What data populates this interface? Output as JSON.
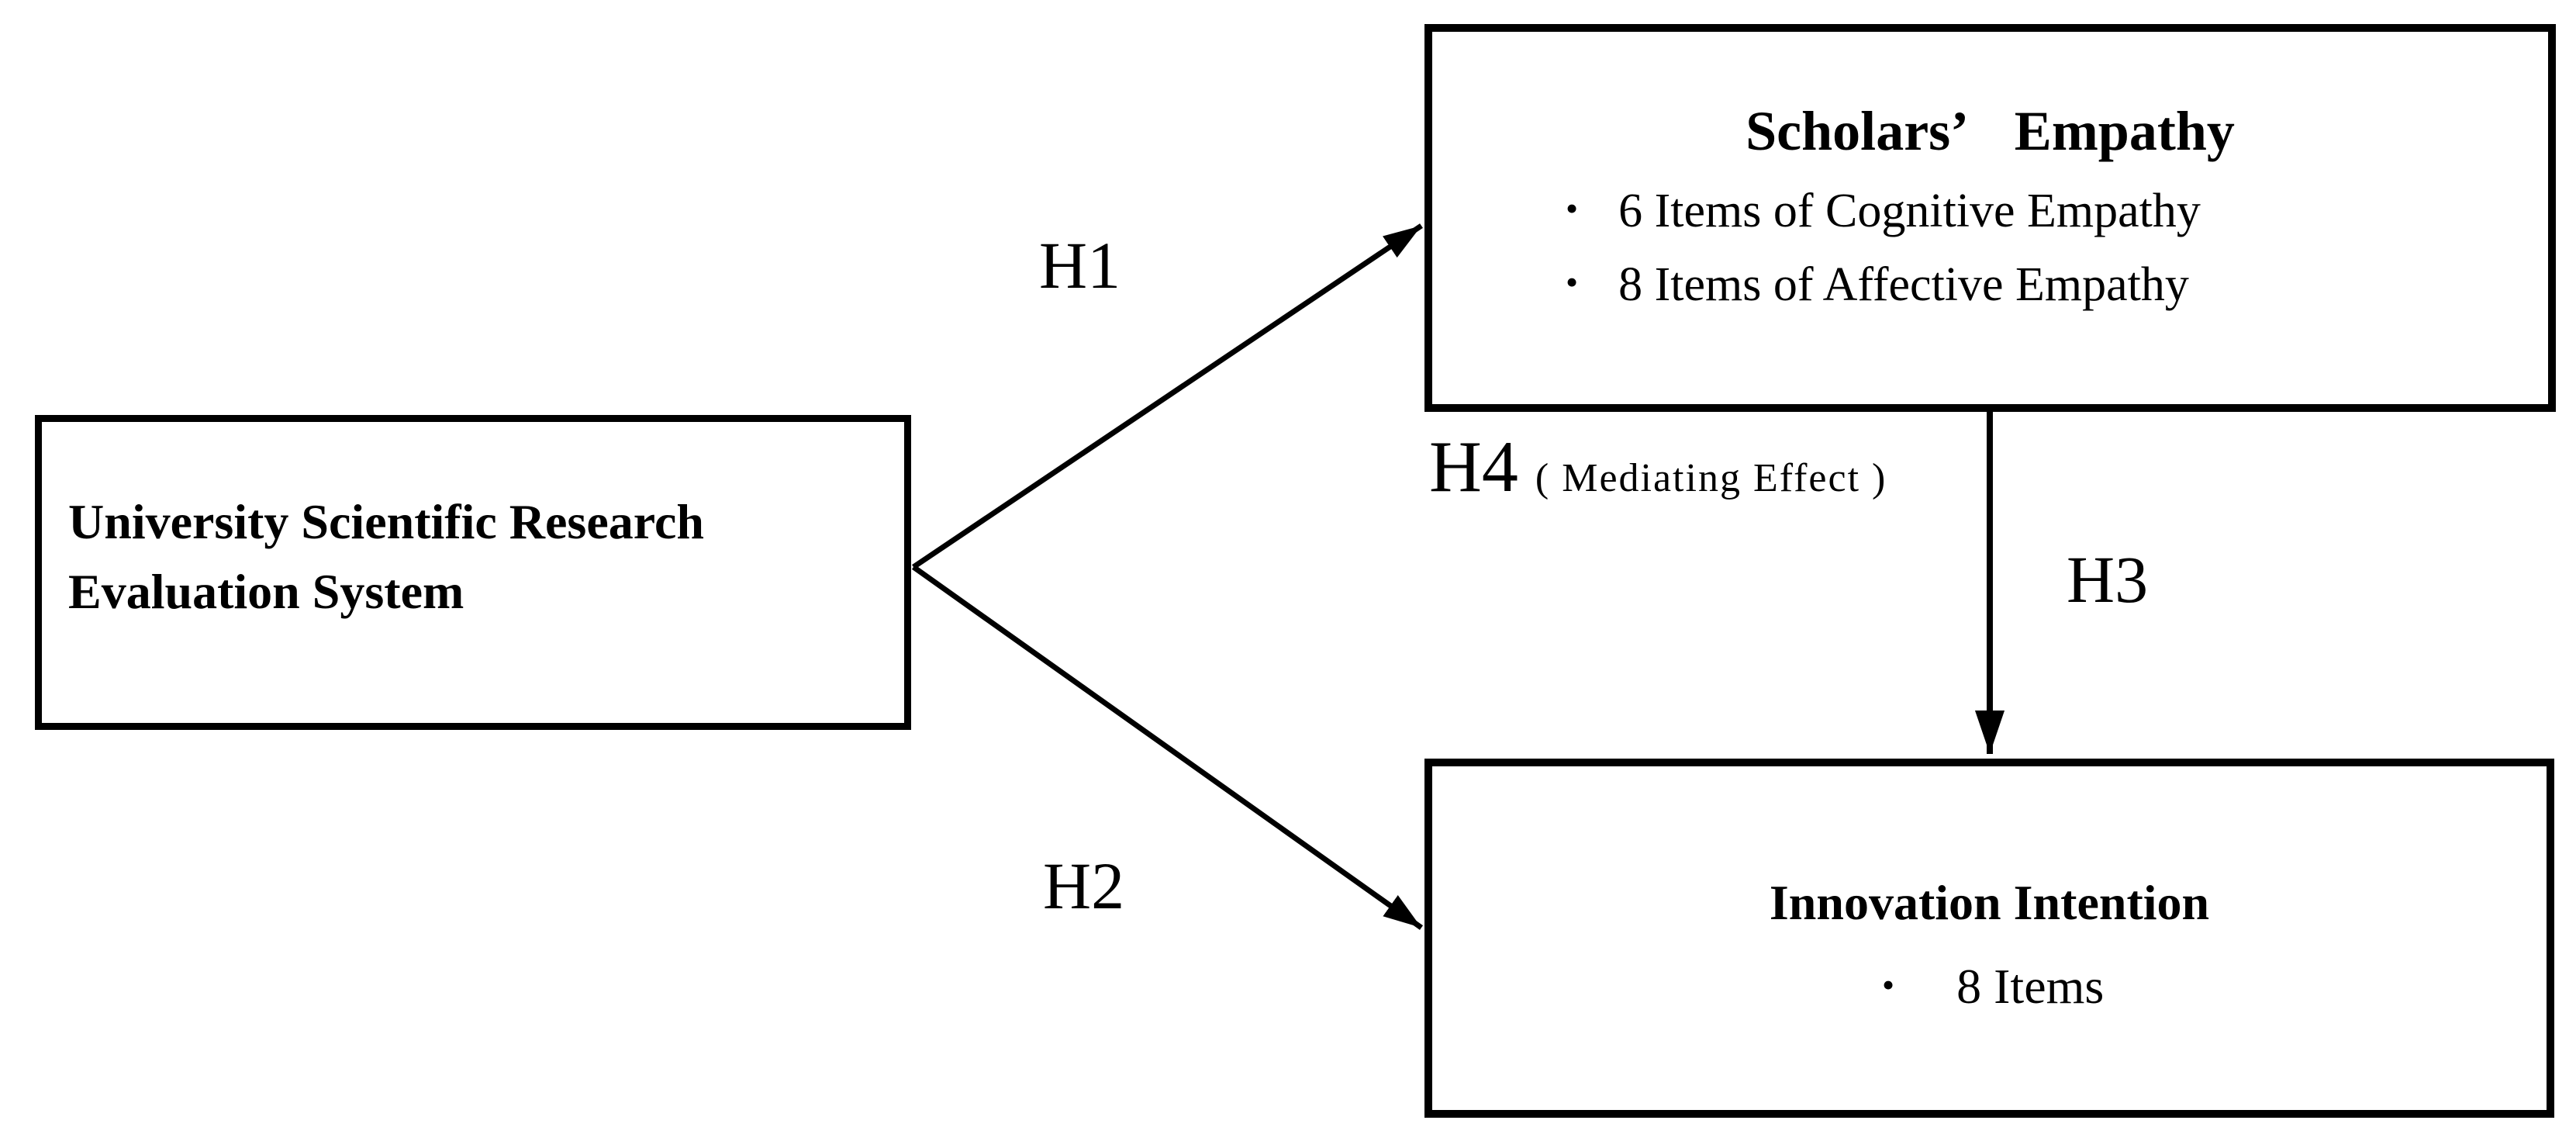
{
  "diagram": {
    "independent_box": {
      "line1": "University Scientific Research",
      "line2": "Evaluation System"
    },
    "mediator_box": {
      "title": "Scholars’ Empathy",
      "bullets": [
        "6 Items of Cognitive Empathy",
        "8 Items of Affective Empathy"
      ]
    },
    "dependent_box": {
      "title": "Innovation Intention",
      "bullets": [
        "8 Items"
      ]
    },
    "hypotheses": {
      "h1": "H1",
      "h2": "H2",
      "h3": "H3",
      "h4": "H4",
      "h4_note": "( Mediating Effect )"
    },
    "bullet_glyph": "•",
    "colors": {
      "ink": "#000000",
      "background": "#ffffff"
    }
  }
}
